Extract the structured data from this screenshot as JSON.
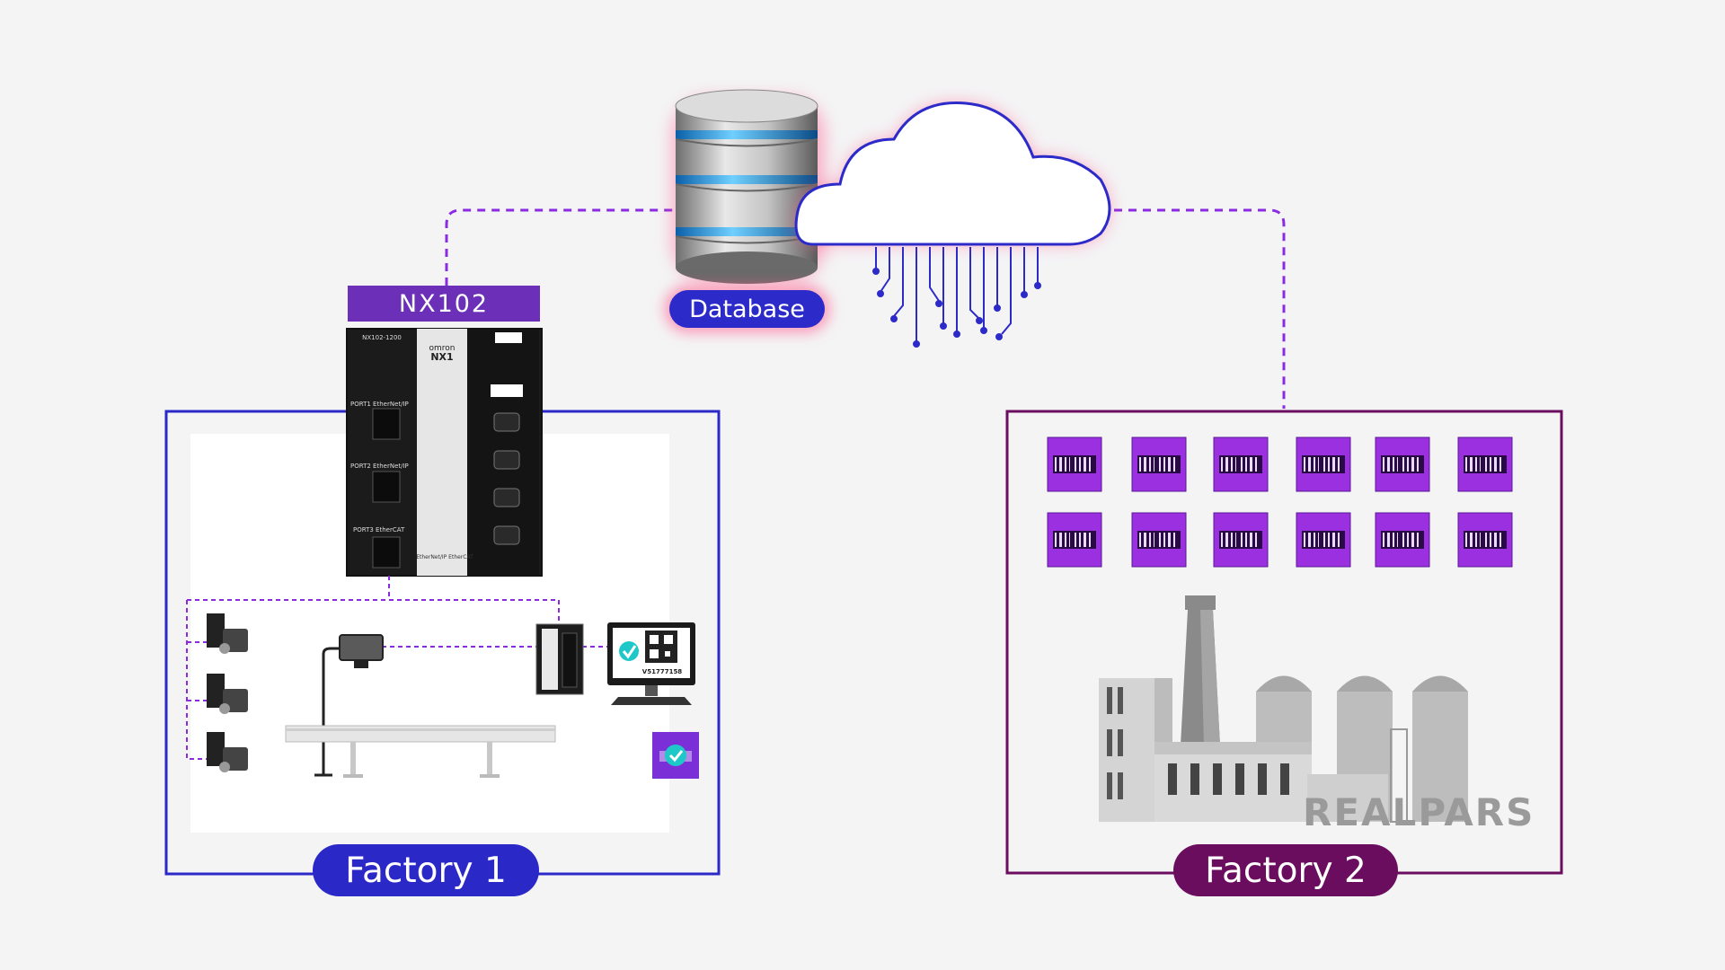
{
  "labels": {
    "database": "Database",
    "controller": "NX102",
    "factory1": "Factory 1",
    "factory2": "Factory 2"
  },
  "controller_device": {
    "model": "NX102-1200",
    "brand": "omron",
    "series": "NX1",
    "port1": "PORT1 EtherNet/IP",
    "port2": "PORT2 EtherNet/IP",
    "port3": "PORT3 EtherCAT",
    "protocols": "EtherNet/IP EtherCAT"
  },
  "monitor_code": "V51777158",
  "watermark": {
    "part1": "REAL",
    "part2": "PARS"
  },
  "colors": {
    "factory1_border": "#2b28c8",
    "factory2_border": "#6b0d5e",
    "connector": "#8a2be2",
    "barcode_tile": "#9b30e0",
    "database_glow": "#ff5a8c"
  },
  "factory2_barcode_tiles": {
    "rows": 2,
    "columns": 6
  }
}
